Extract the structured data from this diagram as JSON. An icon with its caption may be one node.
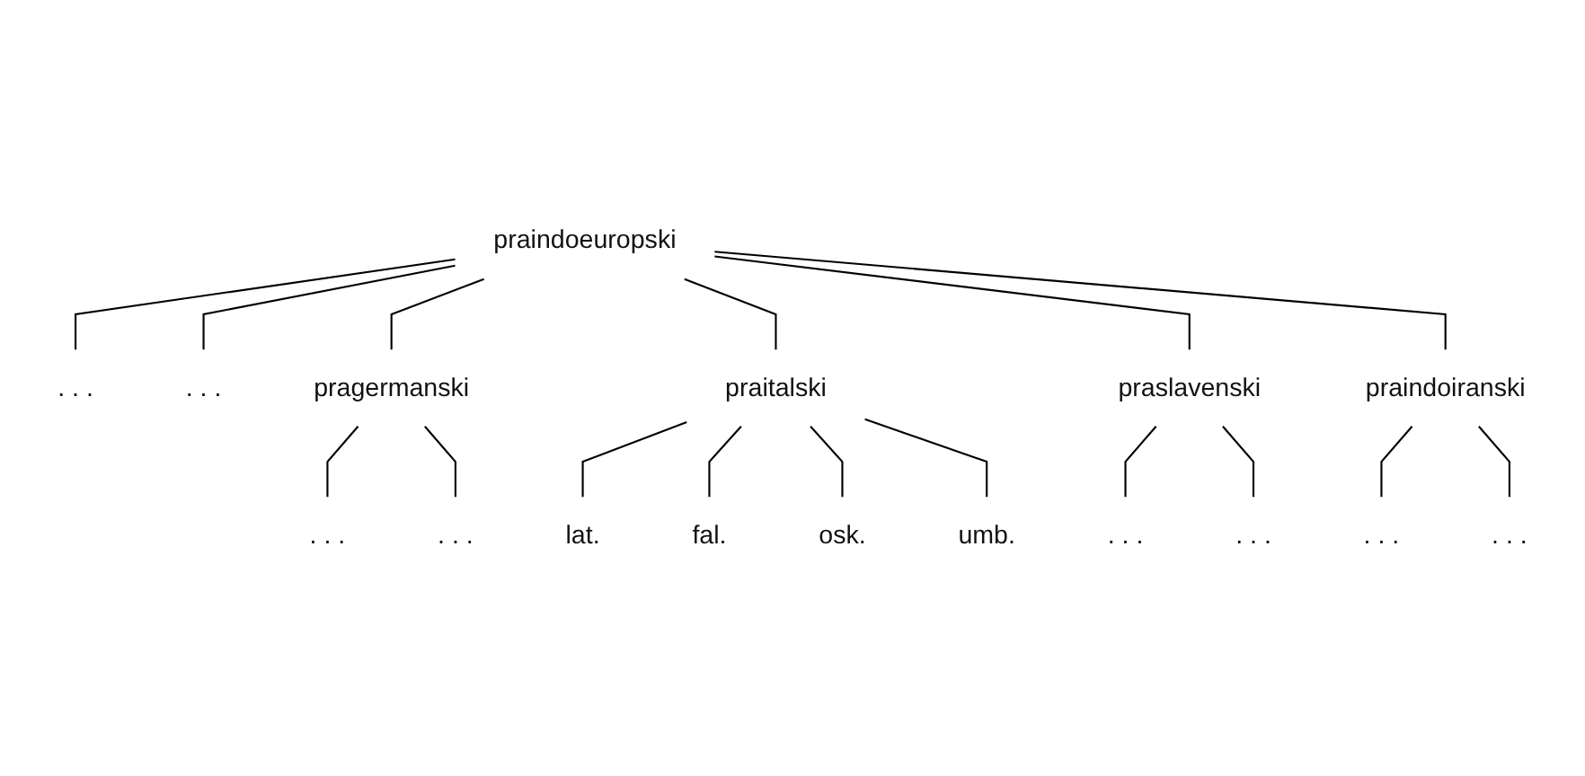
{
  "diagram": {
    "nodes": [
      {
        "text": [
          "praindoeuropski"
        ]
      },
      {
        "text": [
          ". . ."
        ]
      },
      {
        "text": [
          ". . ."
        ]
      },
      {
        "text": [
          "pragermanski"
        ]
      },
      {
        "text": [
          "praitalski"
        ]
      },
      {
        "text": [
          "praslavenski"
        ]
      },
      {
        "text": [
          "praindoiranski"
        ]
      },
      {
        "text": [
          ". . ."
        ]
      },
      {
        "text": [
          ". . ."
        ]
      },
      {
        "text": [
          ". . ."
        ]
      },
      {
        "text": [
          ". . ."
        ]
      },
      {
        "text": [
          ". . ."
        ]
      },
      {
        "text": [
          ". . ."
        ]
      },
      {
        "text": [
          "osk."
        ]
      },
      {
        "text": [
          "umb."
        ]
      },
      {
        "text": [
          "lat."
        ]
      },
      {
        "text": [
          "fal."
        ]
      }
    ],
    "edges": [
      {
        "from": 0,
        "to": 2,
        "arrow": "none"
      },
      {
        "from": 0,
        "to": 3,
        "arrow": "none"
      },
      {
        "from": 0,
        "to": 4,
        "arrow": "none"
      },
      {
        "from": 0,
        "to": 5,
        "arrow": "none"
      },
      {
        "from": 0,
        "to": 6,
        "arrow": "none"
      },
      {
        "from": 0,
        "to": 1,
        "arrow": "none"
      },
      {
        "from": 3,
        "to": 11,
        "arrow": "none"
      },
      {
        "from": 3,
        "to": 12,
        "arrow": "none"
      },
      {
        "from": 4,
        "to": 15,
        "arrow": "none"
      },
      {
        "from": 4,
        "to": 16,
        "arrow": "none"
      },
      {
        "from": 4,
        "to": 13,
        "arrow": "none"
      },
      {
        "from": 4,
        "to": 14,
        "arrow": "none"
      },
      {
        "from": 5,
        "to": 7,
        "arrow": "none"
      },
      {
        "from": 5,
        "to": 8,
        "arrow": "none"
      },
      {
        "from": 6,
        "to": 9,
        "arrow": "none"
      },
      {
        "from": 6,
        "to": 10,
        "arrow": "none"
      }
    ]
  }
}
